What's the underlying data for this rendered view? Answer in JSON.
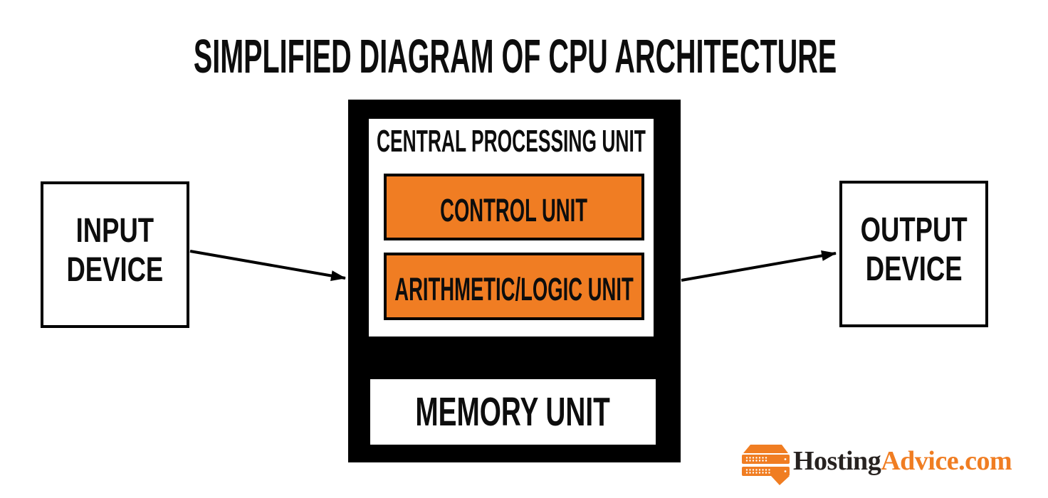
{
  "title": "SIMPLIFIED DIAGRAM OF CPU ARCHITECTURE",
  "cpu": {
    "label": "CENTRAL PROCESSING UNIT",
    "control_unit_label": "CONTROL UNIT",
    "alu_label": "ARITHMETIC/LOGIC UNIT",
    "memory_label": "MEMORY UNIT"
  },
  "input_device": {
    "line1": "INPUT",
    "line2": "DEVICE"
  },
  "output_device": {
    "line1": "OUTPUT",
    "line2": "DEVICE"
  },
  "arrows": [
    {
      "name": "input-to-cpu",
      "from": "INPUT DEVICE",
      "to": "CENTRAL PROCESSING UNIT"
    },
    {
      "name": "cpu-to-output",
      "from": "CENTRAL PROCESSING UNIT",
      "to": "OUTPUT DEVICE"
    }
  ],
  "branding": {
    "name_part1": "Hosting",
    "name_part2": "Advice",
    "name_part3": ".com",
    "icon": "server-rack-speech-bubble-icon"
  },
  "colors": {
    "accent_orange": "#f07d23",
    "logo_orange": "#f07d22",
    "box_black": "#000000",
    "text_black": "#0d0d0d",
    "background": "#ffffff"
  }
}
